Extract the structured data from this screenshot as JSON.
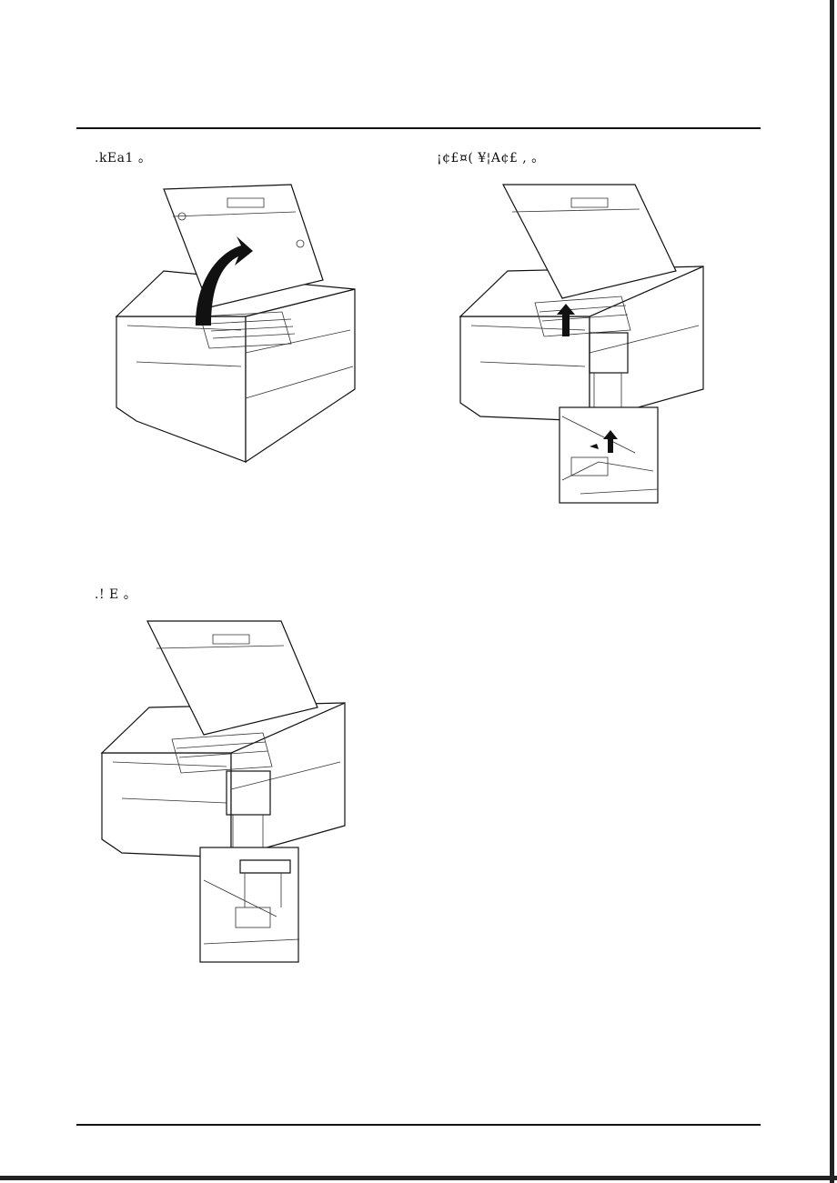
{
  "steps": [
    {
      "text": ".kEa1 。"
    },
    {
      "text": "¡¢£¤( ¥¦A¢£ , 。"
    },
    {
      "text": ".! E 。"
    }
  ],
  "colors": {
    "line": "#111111",
    "paper": "#ffffff"
  },
  "icons": [
    "printer-open-cover-figure",
    "printer-lift-lever-figure",
    "printer-remove-part-figure"
  ]
}
